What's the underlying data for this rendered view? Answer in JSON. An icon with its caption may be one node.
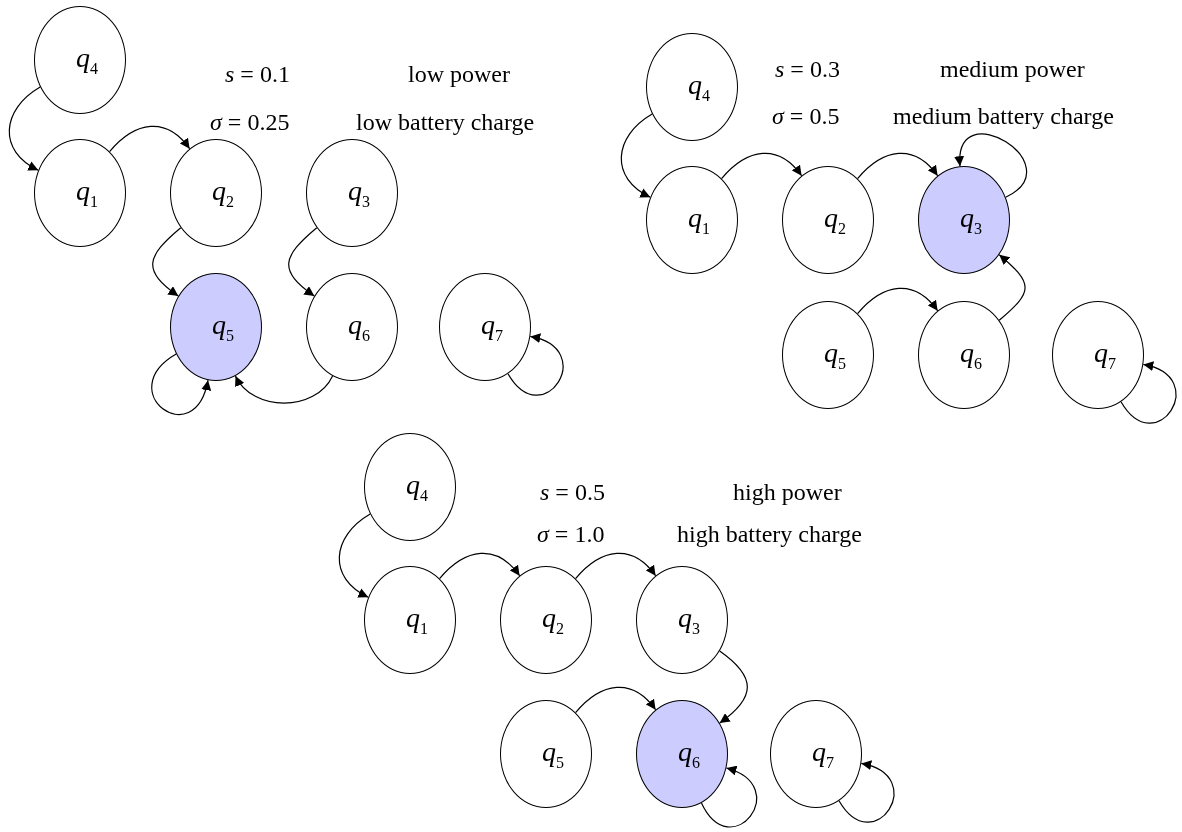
{
  "diagram": {
    "nodes": [
      {
        "text": [
          "*q*$_{4}$"
        ]
      },
      {
        "text": [
          "*q*$_{1}$"
        ]
      },
      {
        "text": [
          "*q*$_{2}$"
        ]
      },
      {
        "text": [
          "*q*$_{3}$"
        ]
      },
      {
        "text": [
          "*q*$_{5}$"
        ]
      },
      {
        "text": [
          "*q*$_{6}$"
        ]
      },
      {
        "text": [
          "*q*$_{7}$"
        ]
      },
      {
        "text": [
          "*q*$_{4}$"
        ]
      },
      {
        "text": [
          "*q*$_{1}$"
        ]
      },
      {
        "text": [
          "*q*$_{2}$"
        ]
      },
      {
        "text": [
          "*q*$_{3}$"
        ]
      },
      {
        "text": [
          "*q*$_{5}$"
        ]
      },
      {
        "text": [
          "*q*$_{6}$"
        ]
      },
      {
        "text": [
          "*q*$_{7}$"
        ]
      },
      {
        "text": [
          "*q*$_{4}$"
        ]
      },
      {
        "text": [
          "*q*$_{1}$"
        ]
      },
      {
        "text": [
          "*q*$_{2}$"
        ]
      },
      {
        "text": [
          "*q*$_{3}$"
        ]
      },
      {
        "text": [
          "*q*$_{5}$"
        ]
      },
      {
        "text": [
          "*q*$_{6}$"
        ]
      },
      {
        "text": [
          "*q*$_{7}$"
        ]
      }
    ],
    "edges": [
      {
        "from": 0,
        "to": 1,
        "arrow": "to"
      },
      {
        "from": 1,
        "to": 2,
        "arrow": "to"
      },
      {
        "from": 2,
        "to": 4,
        "arrow": "to"
      },
      {
        "from": 3,
        "to": 5,
        "arrow": "to"
      },
      {
        "from": 5,
        "to": 4,
        "arrow": "to"
      },
      {
        "from": 4,
        "to": 4,
        "arrow": "to"
      },
      {
        "from": 6,
        "to": 6,
        "arrow": "to"
      },
      {
        "from": 7,
        "to": 8,
        "arrow": "to"
      },
      {
        "from": 8,
        "to": 9,
        "arrow": "to"
      },
      {
        "from": 9,
        "to": 10,
        "arrow": "to"
      },
      {
        "from": 10,
        "to": 10,
        "arrow": "to"
      },
      {
        "from": 11,
        "to": 12,
        "arrow": "to"
      },
      {
        "from": 12,
        "to": 10,
        "arrow": "to"
      },
      {
        "from": 13,
        "to": 13,
        "arrow": "to"
      },
      {
        "from": 14,
        "to": 15,
        "arrow": "to"
      },
      {
        "from": 15,
        "to": 16,
        "arrow": "to"
      },
      {
        "from": 16,
        "to": 17,
        "arrow": "to"
      },
      {
        "from": 17,
        "to": 19,
        "arrow": "to"
      },
      {
        "from": 18,
        "to": 19,
        "arrow": "to"
      },
      {
        "from": 19,
        "to": 19,
        "arrow": "to"
      },
      {
        "from": 20,
        "to": 20,
        "arrow": "to"
      }
    ],
    "labels": [
      "*s* = 0.1",
      "low power",
      "*σ* = 0.25",
      "low battery charge",
      "*s* = 0.3",
      "medium power",
      "*σ* = 0.5",
      "medium battery charge",
      "*s* = 0.5",
      "high power",
      "*σ* = 1.0",
      "high battery charge"
    ]
  }
}
